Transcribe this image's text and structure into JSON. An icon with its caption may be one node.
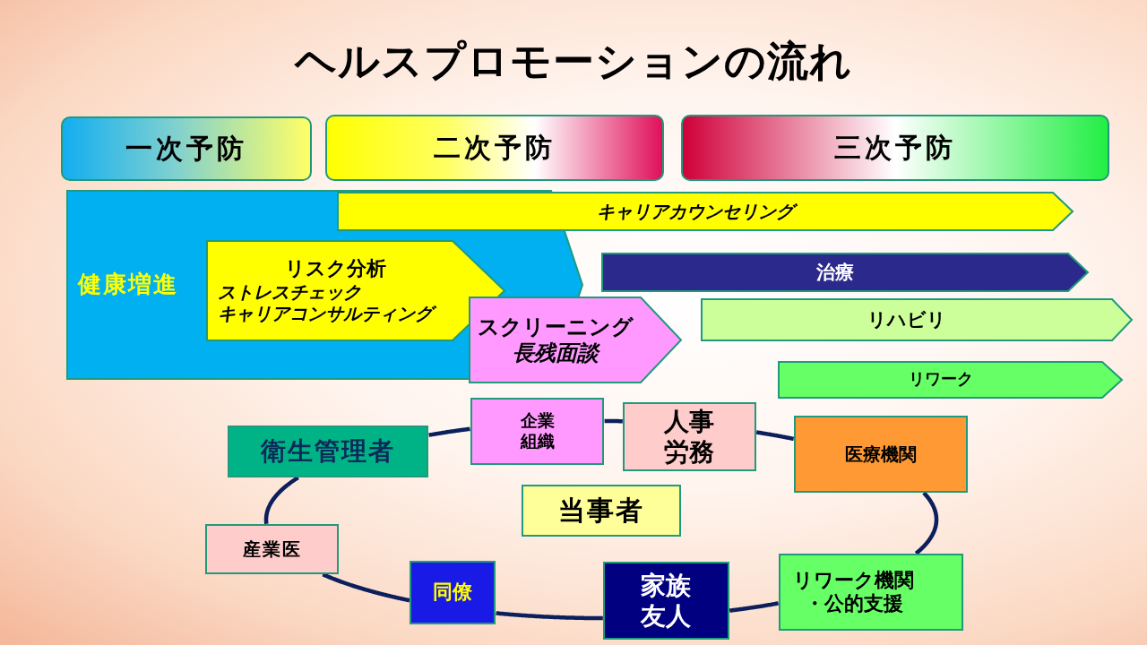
{
  "diagram": {
    "title": "ヘルスプロモーションの流れ",
    "nodes": [
      {
        "text": [
          "一次予防"
        ]
      },
      {
        "text": [
          "二次予防"
        ]
      },
      {
        "text": [
          "三次予防"
        ]
      },
      {
        "text": [
          "健康増進"
        ]
      },
      {
        "text": [
          "キャリアカウンセリング"
        ]
      },
      {
        "text": [
          "リスク分析",
          "ストレスチェック",
          "キャリアコンサルティング"
        ],
        "in": 3
      },
      {
        "text": [
          "スクリーニング",
          "長残面談"
        ]
      },
      {
        "text": [
          "治療"
        ]
      },
      {
        "text": [
          "リハビリ"
        ]
      },
      {
        "text": [
          "リワーク"
        ]
      },
      {
        "text": [
          "企業組織"
        ]
      },
      {
        "text": [
          "人事労務"
        ]
      },
      {
        "text": [
          "衛生管理者"
        ]
      },
      {
        "text": [
          "医療機関"
        ]
      },
      {
        "text": [
          "当事者"
        ]
      },
      {
        "text": [
          "産業医"
        ]
      },
      {
        "text": [
          "同僚"
        ]
      },
      {
        "text": [
          "家族友人"
        ]
      },
      {
        "text": [
          "リワーク機関・公的支援"
        ]
      }
    ],
    "edges": [
      {
        "from": 12,
        "to": 10,
        "arrow": "none"
      },
      {
        "from": 10,
        "to": 11,
        "arrow": "none"
      },
      {
        "from": 11,
        "to": 13,
        "arrow": "none"
      },
      {
        "from": 13,
        "to": 18,
        "arrow": "none"
      },
      {
        "from": 18,
        "to": 17,
        "arrow": "none"
      },
      {
        "from": 17,
        "to": 16,
        "arrow": "none"
      },
      {
        "from": 16,
        "to": 15,
        "arrow": "none"
      },
      {
        "from": 15,
        "to": 12,
        "arrow": "none"
      }
    ]
  }
}
